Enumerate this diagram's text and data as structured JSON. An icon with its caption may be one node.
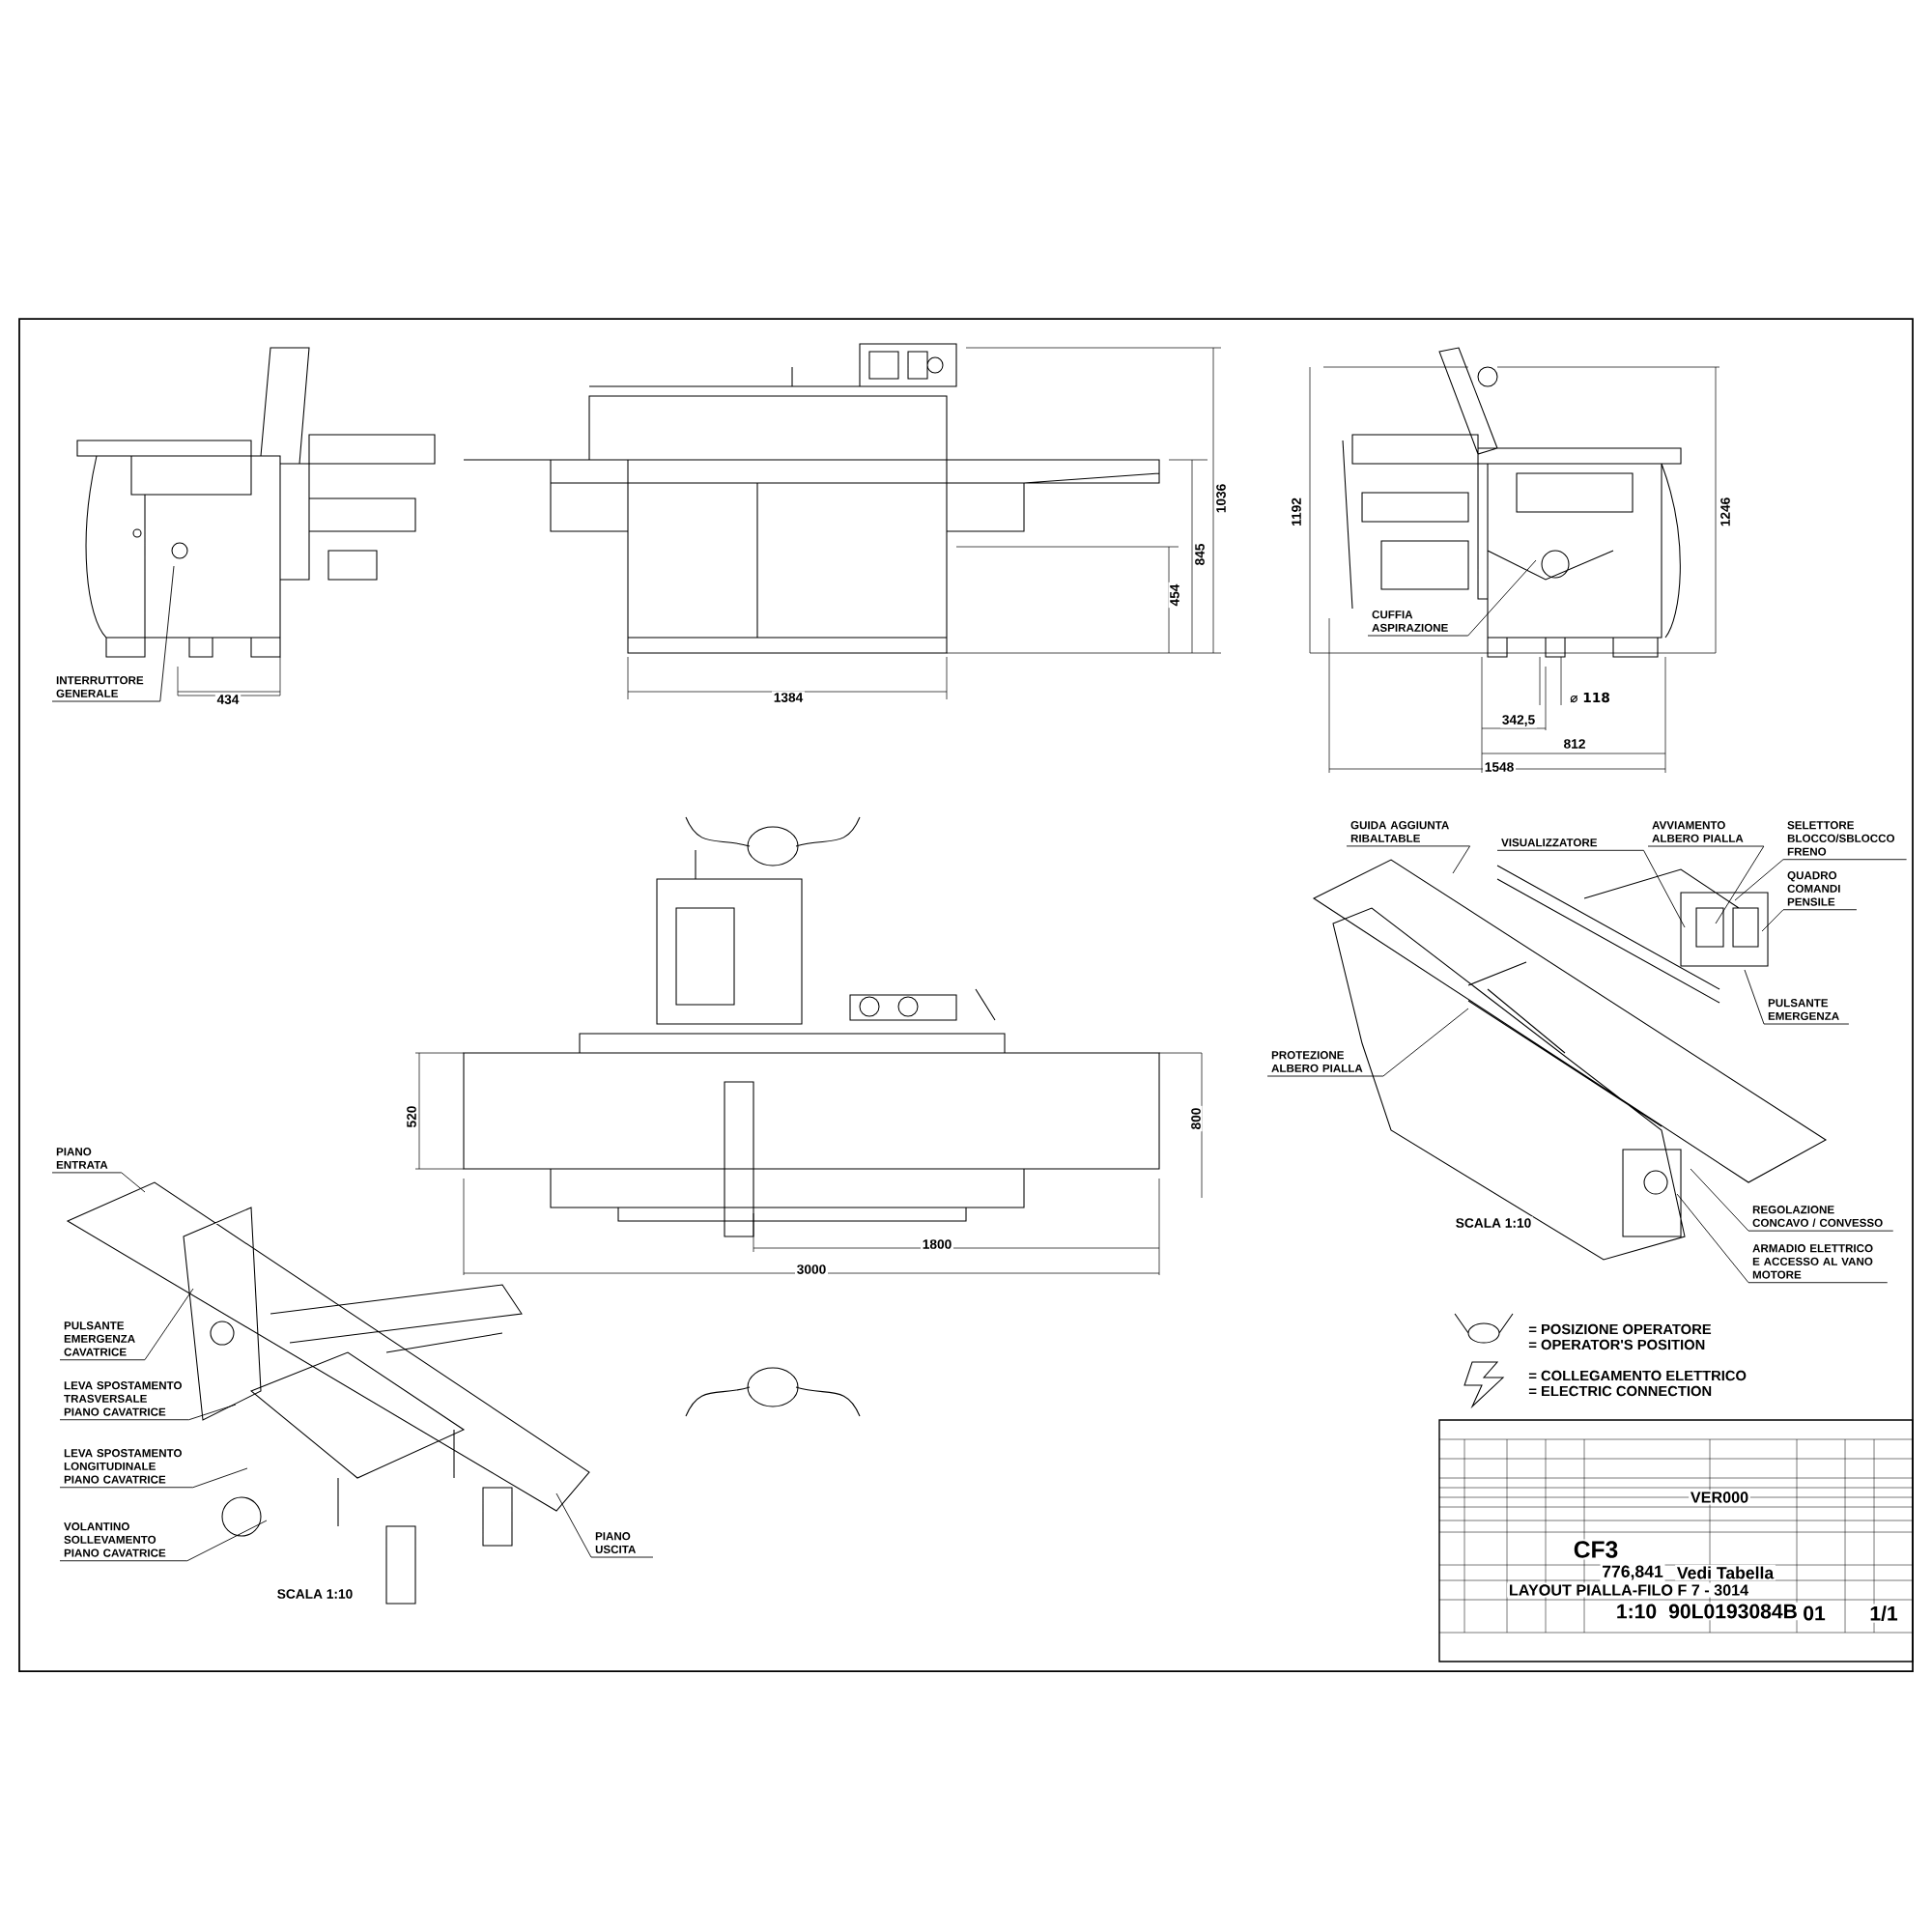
{
  "diagram": {
    "nodes": [
      {
        "text": [
          "INTERRUTTORE GENERALE"
        ]
      },
      {
        "text": [
          "CUFFIA ASPIRAZIONE"
        ]
      },
      {
        "text": [
          "GUIDA AGGIUNTA RIBALTABLE"
        ]
      },
      {
        "text": [
          "VISUALIZZATORE"
        ]
      },
      {
        "text": [
          "AVVIAMENTO ALBERO PIALLA"
        ]
      },
      {
        "text": [
          "SELETTORE BLOCCO/SBLOCCO FRENO"
        ]
      },
      {
        "text": [
          "QUADRO COMANDI PENSILE"
        ]
      },
      {
        "text": [
          "PULSANTE EMERGENZA"
        ]
      },
      {
        "text": [
          "PROTEZIONE ALBERO PIALLA"
        ]
      },
      {
        "text": [
          "REGOLAZIONE CONCAVO / CONVESSO"
        ]
      },
      {
        "text": [
          "ARMADIO ELETTRICO E ACCESSO AL VANO MOTORE"
        ]
      },
      {
        "text": [
          "PIANO ENTRATA"
        ]
      },
      {
        "text": [
          "PULSANTE EMERGENZA CAVATRICE"
        ]
      },
      {
        "text": [
          "LEVA SPOSTAMENTO TRASVERSALE PIANO CAVATRICE"
        ]
      },
      {
        "text": [
          "LEVA SPOSTAMENTO LONGITUDINALE PIANO CAVATRICE"
        ]
      },
      {
        "text": [
          "VOLANTINO SOLLEVAMENTO PIANO CAVATRICE"
        ]
      },
      {
        "text": [
          "PIANO USCITA"
        ]
      }
    ],
    "edges": [
      {
        "from": 0,
        "to": null,
        "arrow": "none"
      },
      {
        "from": 1,
        "to": null,
        "arrow": "none"
      },
      {
        "from": 2,
        "to": null,
        "arrow": "none"
      },
      {
        "from": 3,
        "to": null,
        "arrow": "none"
      },
      {
        "from": 4,
        "to": null,
        "arrow": "none"
      },
      {
        "from": 5,
        "to": null,
        "arrow": "none"
      },
      {
        "from": 6,
        "to": null,
        "arrow": "none"
      },
      {
        "from": 7,
        "to": null,
        "arrow": "none"
      },
      {
        "from": 8,
        "to": null,
        "arrow": "none"
      },
      {
        "from": 9,
        "to": null,
        "arrow": "none"
      },
      {
        "from": 10,
        "to": null,
        "arrow": "none"
      },
      {
        "from": 11,
        "to": null,
        "arrow": "none"
      },
      {
        "from": 12,
        "to": null,
        "arrow": "none"
      },
      {
        "from": 13,
        "to": null,
        "arrow": "none"
      },
      {
        "from": 14,
        "to": null,
        "arrow": "none"
      },
      {
        "from": 15,
        "to": null,
        "arrow": "none"
      },
      {
        "from": 16,
        "to": null,
        "arrow": "none"
      }
    ],
    "labels": [
      "434",
      "1384",
      "454",
      "845",
      "1036",
      "1192",
      "1246",
      "⌀ 118",
      "342,5",
      "812",
      "1548",
      "520",
      "800",
      "1800",
      "3000",
      "SCALA 1:10",
      "SCALA 1:10",
      "CF3",
      "VER000",
      "776,841",
      "Vedi Tabella",
      "LAYOUT PIALLA-FILO F 7 - 3014",
      "1:10",
      "90L0193084B",
      "01",
      "1/1"
    ],
    "legend": [
      {
        "text": "= POSIZIONE OPERATORE"
      },
      {
        "text": "= OPERATOR'S POSITION"
      },
      {
        "text": "= COLLEGAMENTO ELETTRICO"
      },
      {
        "text": "= ELECTRIC CONNECTION"
      }
    ]
  }
}
